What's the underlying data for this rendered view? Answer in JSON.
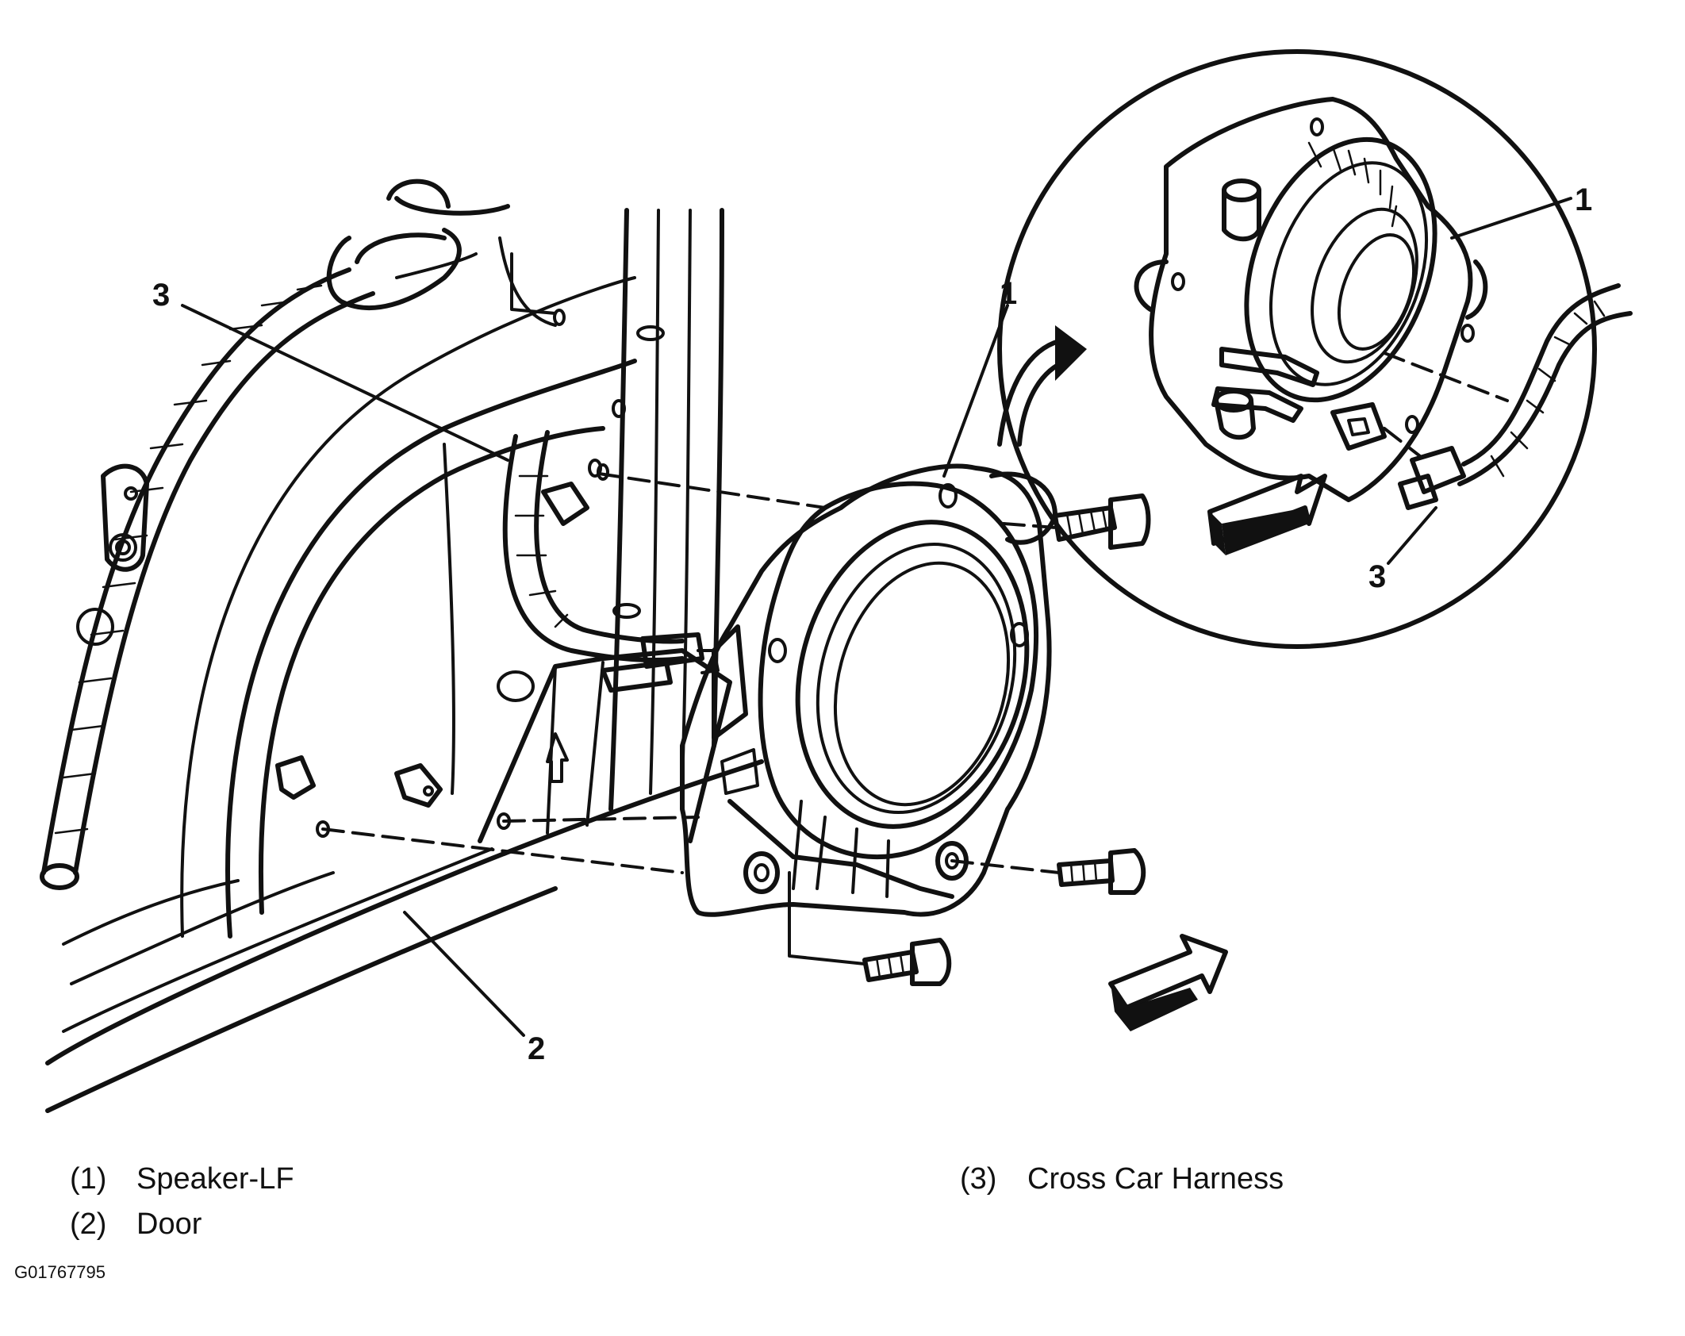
{
  "callouts": {
    "speaker_main": "1",
    "harness_main": "3",
    "door": "2",
    "speaker_detail": "1",
    "harness_detail": "3"
  },
  "legend": [
    {
      "num": "(1)",
      "label": "Speaker-LF"
    },
    {
      "num": "(2)",
      "label": "Door"
    },
    {
      "num": "(3)",
      "label": "Cross Car Harness"
    }
  ],
  "figure_id": "G01767795",
  "colors": {
    "ink": "#111111",
    "background": "#ffffff"
  }
}
